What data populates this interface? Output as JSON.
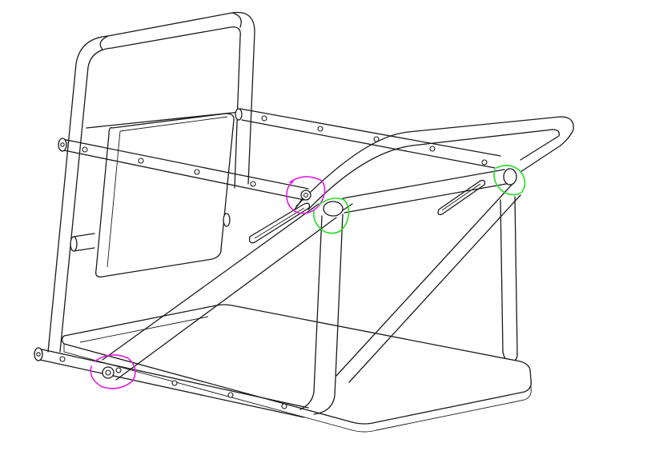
{
  "drawing": {
    "subject": "tubular-frame-isometric",
    "line_color": "#1a1a1a",
    "background": "#ffffff"
  },
  "annotations": [
    {
      "shape": "freehand-circle",
      "color": "#e01ee0"
    },
    {
      "shape": "freehand-circle",
      "color": "#e01ee0"
    },
    {
      "shape": "freehand-circle",
      "color": "#22dd22"
    },
    {
      "shape": "freehand-circle",
      "color": "#22dd22"
    }
  ]
}
